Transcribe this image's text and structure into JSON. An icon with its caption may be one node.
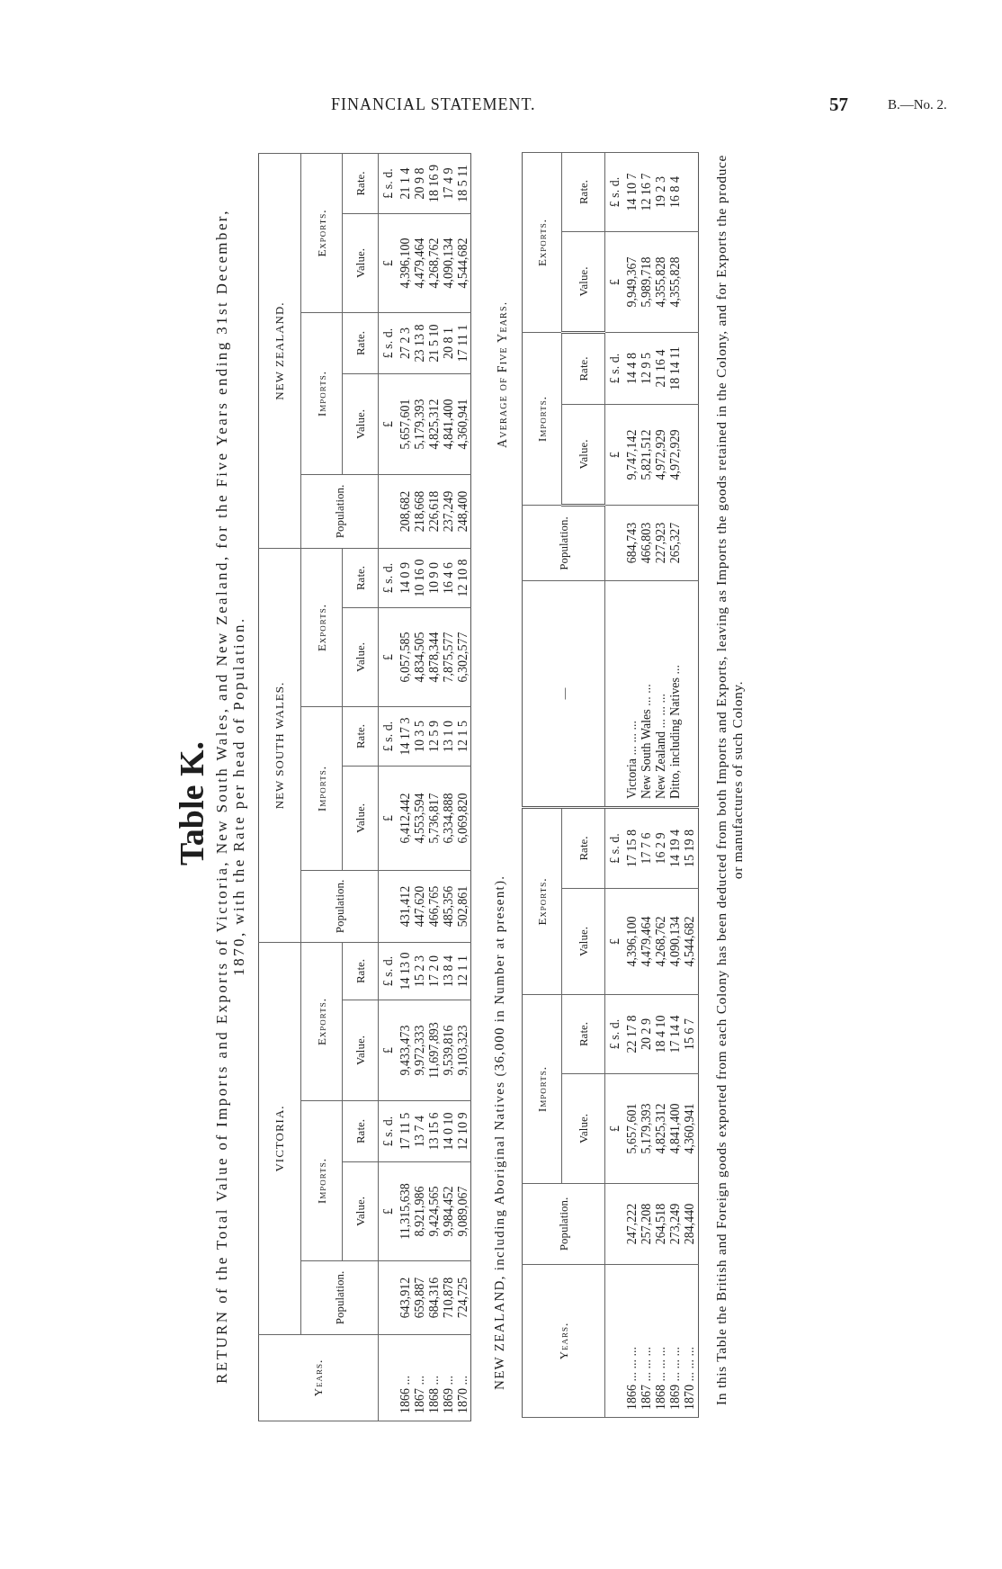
{
  "diagram": {
    "title": "Table K.",
    "labels": [
      "FINANCIAL STATEMENT.",
      "57",
      "B.—No. 2.",
      "RETURN of the Total Value of Imports and Exports of Victoria, New South Wales, and New Zealand, for the Five Years ending 31st December, 1870, with the Rate per head of Population.",
      "Years.",
      "VICTORIA.",
      "NEW SOUTH WALES.",
      "NEW ZEALAND.",
      "Population.",
      "Imports.",
      "Exports.",
      "Population.",
      "Imports.",
      "Exports.",
      "Population.",
      "Imports.",
      "Exports.",
      "Value.",
      "Rate.",
      "Value.",
      "Rate.",
      "Value.",
      "Rate.",
      "Value.",
      "Rate.",
      "Value.",
      "Rate.",
      "Value.",
      "Rate.",
      "£",
      "£ s. d.",
      "£",
      "£ s. d.",
      "£",
      "£ s. d.",
      "£",
      "£ s. d.",
      "£",
      "£ s. d.",
      "£",
      "£ s. d.",
      "1866 ...",
      "643,912",
      "11,315,638",
      "17 11 5",
      "9,433,473",
      "14 13 0",
      "431,412",
      "6,412,442",
      "14 17 3",
      "6,057,585",
      "14 0 9",
      "208,682",
      "5,657,601",
      "27 2 3",
      "4,396,100",
      "21 1 4",
      "1867 ...",
      "659,887",
      "8,921,986",
      "13 7 4",
      "9,972,333",
      "15 2 3",
      "447,620",
      "4,553,594",
      "10 3 5",
      "4,834,505",
      "10 16 0",
      "218,668",
      "5,179,393",
      "23 13 8",
      "4,479,464",
      "20 9 8",
      "1868 ...",
      "684,316",
      "9,424,565",
      "13 15 6",
      "11,697,893",
      "17 2 0",
      "466,765",
      "5,736,817",
      "12 5 9",
      "4,878,344",
      "10 9 0",
      "226,618",
      "4,825,312",
      "21 5 10",
      "4,268,762",
      "18 16 9",
      "1869 ...",
      "710,878",
      "9,984,452",
      "14 0 10",
      "9,539,816",
      "13 8 4",
      "485,356",
      "6,334,888",
      "13 1 0",
      "7,875,577",
      "16 4 6",
      "237,249",
      "4,841,400",
      "20 8 1",
      "4,090,134",
      "17 4 9",
      "1870 ...",
      "724,725",
      "9,089,067",
      "12 10 9",
      "9,103,323",
      "12 1 1",
      "502,861",
      "6,069,820",
      "12 1 5",
      "6,302,577",
      "12 10 8",
      "248,400",
      "4,360,941",
      "17 11 1",
      "4,544,682",
      "18 5 11",
      "NEW ZEALAND, including Aboriginal Natives (36,000 in Number at present).",
      "Average of Five Years.",
      "Years.",
      "Population.",
      "Imports.",
      "Exports.",
      "—",
      "Population.",
      "Imports.",
      "Exports.",
      "Value.",
      "Rate.",
      "Value.",
      "Rate.",
      "Value.",
      "Rate.",
      "Value.",
      "Rate.",
      "£",
      "£ s. d.",
      "£",
      "£ s. d.",
      "£",
      "£ s. d.",
      "£",
      "£ s. d.",
      "1866 ... ... ...",
      "247,222",
      "5,657,601",
      "22 17 8",
      "4,396,100",
      "17 15 8",
      "Victoria ... ... ...",
      "684,743",
      "9,747,142",
      "14 4 8",
      "9,949,367",
      "14 10 7",
      "1867 ... ... ...",
      "257,208",
      "5,179,393",
      "20 2 9",
      "4,479,464",
      "17 7 6",
      "New South Wales ... ...",
      "466,803",
      "5,821,512",
      "12 9 5",
      "5,989,718",
      "12 16 7",
      "1868 ... ... ...",
      "264,518",
      "4,825,312",
      "18 4 10",
      "4,268,762",
      "16 2 9",
      "New Zealand ... ... ...",
      "227,923",
      "4,972,929",
      "21 16 4",
      "4,355,828",
      "19 2 3",
      "1869 ... ... ...",
      "273,249",
      "4,841,400",
      "17 14 4",
      "4,090,134",
      "14 19 4",
      "Ditto, including Natives ...",
      "265,327",
      "4,972,929",
      "18 14 11",
      "4,355,828",
      "16 8 4",
      "1870 ... ... ...",
      "284,440",
      "4,360,941",
      "15 6 7",
      "4,544,682",
      "15 19 8",
      "In this Table the British and Foreign goods exported from each Colony has been deducted from both Imports and Exports, leaving as Imports the goods retained in the Colony, and for Exports the produce or manufactures of such Colony."
    ]
  }
}
